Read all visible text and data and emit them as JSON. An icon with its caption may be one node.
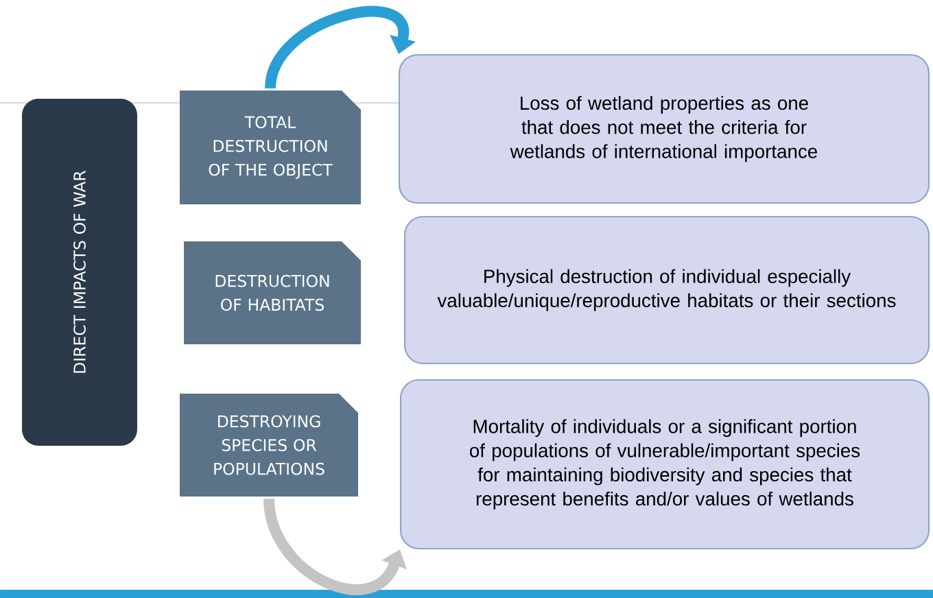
{
  "diagram": {
    "nodes": [
      {
        "text": [
          "DIRECT IMPACTS OF WAR"
        ]
      },
      {
        "text": [
          "TOTAL DESTRUCTION OF THE OBJECT"
        ]
      },
      {
        "text": [
          "DESTRUCTION OF HABITATS"
        ]
      },
      {
        "text": [
          "DESTROYING SPECIES OR POPULATIONS"
        ]
      },
      {
        "text": [
          "Loss of wetland properties as one that does not meet the criteria for wetlands of international importance"
        ]
      },
      {
        "text": [
          "Physical destruction of individual especially valuable/unique/reproductive habitats or their sections"
        ]
      },
      {
        "text": [
          "Mortality of individuals or a significant portion of populations of vulnerable/important species for maintaining biodiversity and species that represent benefits and/or values of wetlands"
        ]
      }
    ],
    "edges": [
      {
        "from": 1,
        "to": 4,
        "arrow": "to",
        "color": "#2a9fd6"
      },
      {
        "from": 3,
        "to": 6,
        "arrow": "to",
        "color": "#c4c4c4"
      }
    ]
  }
}
